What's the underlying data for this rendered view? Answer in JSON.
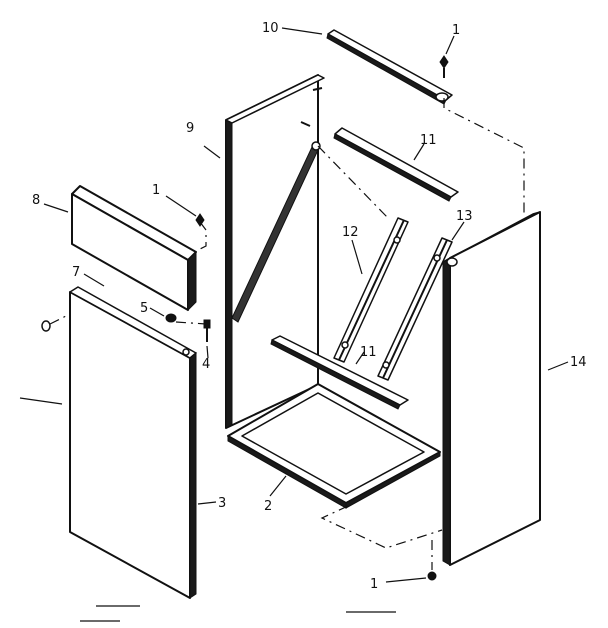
{
  "callouts": {
    "c10": "10",
    "c1_top": "1",
    "c9": "9",
    "c11_top": "11",
    "c8": "8",
    "c1_left": "1",
    "c13": "13",
    "c12": "12",
    "c7": "7",
    "c5": "5",
    "c4": "4",
    "c11_mid": "11",
    "c14": "14",
    "c3": "3",
    "c2": "2",
    "c1_bottom": "1"
  },
  "colors": {
    "line": "#111111",
    "background": "#ffffff"
  }
}
